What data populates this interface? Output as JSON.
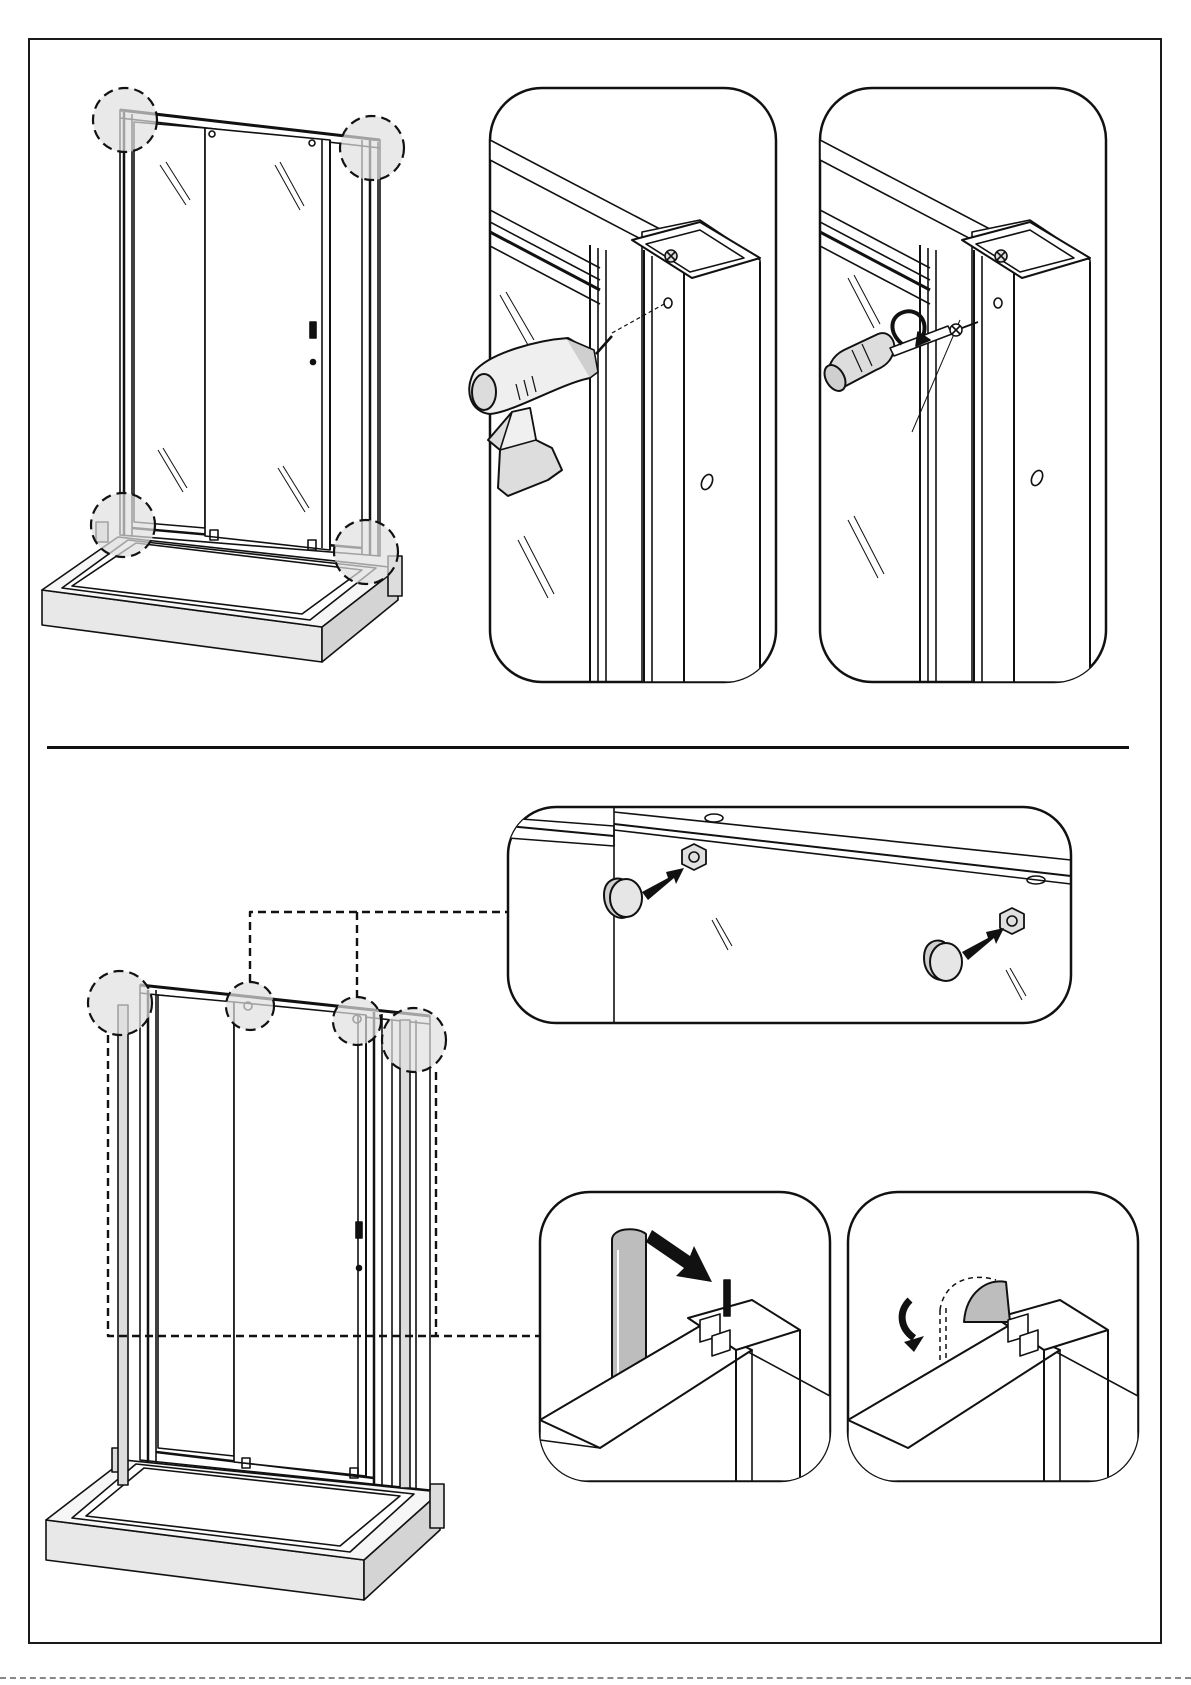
{
  "document": {
    "type": "assembly-instructions",
    "steps": [
      {
        "id": "step-frame-fixing",
        "detail_panels": [
          {
            "id": "detail-drill",
            "tool": "drill-icon",
            "action": "drill-hole"
          },
          {
            "id": "detail-screw",
            "tool": "screwdriver-icon",
            "action": "insert-screw"
          }
        ]
      },
      {
        "id": "step-caps",
        "detail_panels": [
          {
            "id": "detail-screw-caps",
            "action": "press-on-caps"
          },
          {
            "id": "detail-insert-endcap",
            "action": "insert-endcap"
          },
          {
            "id": "detail-rotate-endcap",
            "action": "rotate-endcap"
          }
        ]
      }
    ]
  },
  "colors": {
    "ink": "#111111",
    "fill_light": "#e6e6e6",
    "fill_mid": "#bdbdbd",
    "paper": "#ffffff"
  }
}
